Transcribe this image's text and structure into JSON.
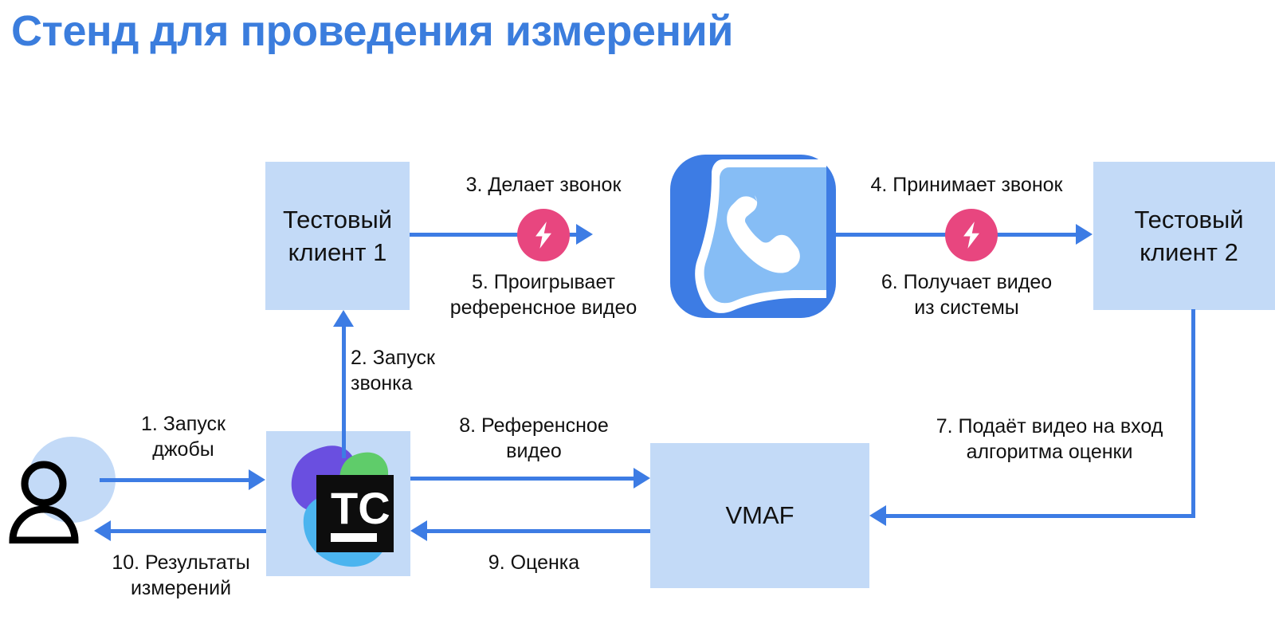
{
  "slide": {
    "title": "Стенд для проведения измерений",
    "title_color": "#3b7ddd"
  },
  "palette": {
    "box_fill": "#c3daf7",
    "arrow": "#3d7ce4",
    "badge_pink": "#e8467f",
    "text": "#111111"
  },
  "nodes": {
    "test_client_1": "Тестовый\nклиент 1",
    "test_client_2": "Тестовый\nклиент 2",
    "vmaf": "VMAF",
    "teamcity_name": "teamcity-logo",
    "user_name": "user-actor"
  },
  "edges": {
    "e1": "1. Запуск\nджобы",
    "e2": "2. Запуск\nзвонка",
    "e3": "3. Делает звонок",
    "e4": "4. Принимает звонок",
    "e5": "5. Проигрывает\nреференсное видео",
    "e6": "6. Получает видео\nиз системы",
    "e7": "7. Подаёт видео на вход\nалгоритма оценки",
    "e8": "8. Референсное\nвидео",
    "e9": "9. Оценка",
    "e10": "10. Результаты\nизмерений"
  },
  "icons": {
    "bolt_left": "lightning-bolt-icon",
    "bolt_right": "lightning-bolt-icon",
    "messenger": "whatsapp-logo-icon",
    "ci": "teamcity-logo-icon",
    "actor": "person-icon"
  }
}
